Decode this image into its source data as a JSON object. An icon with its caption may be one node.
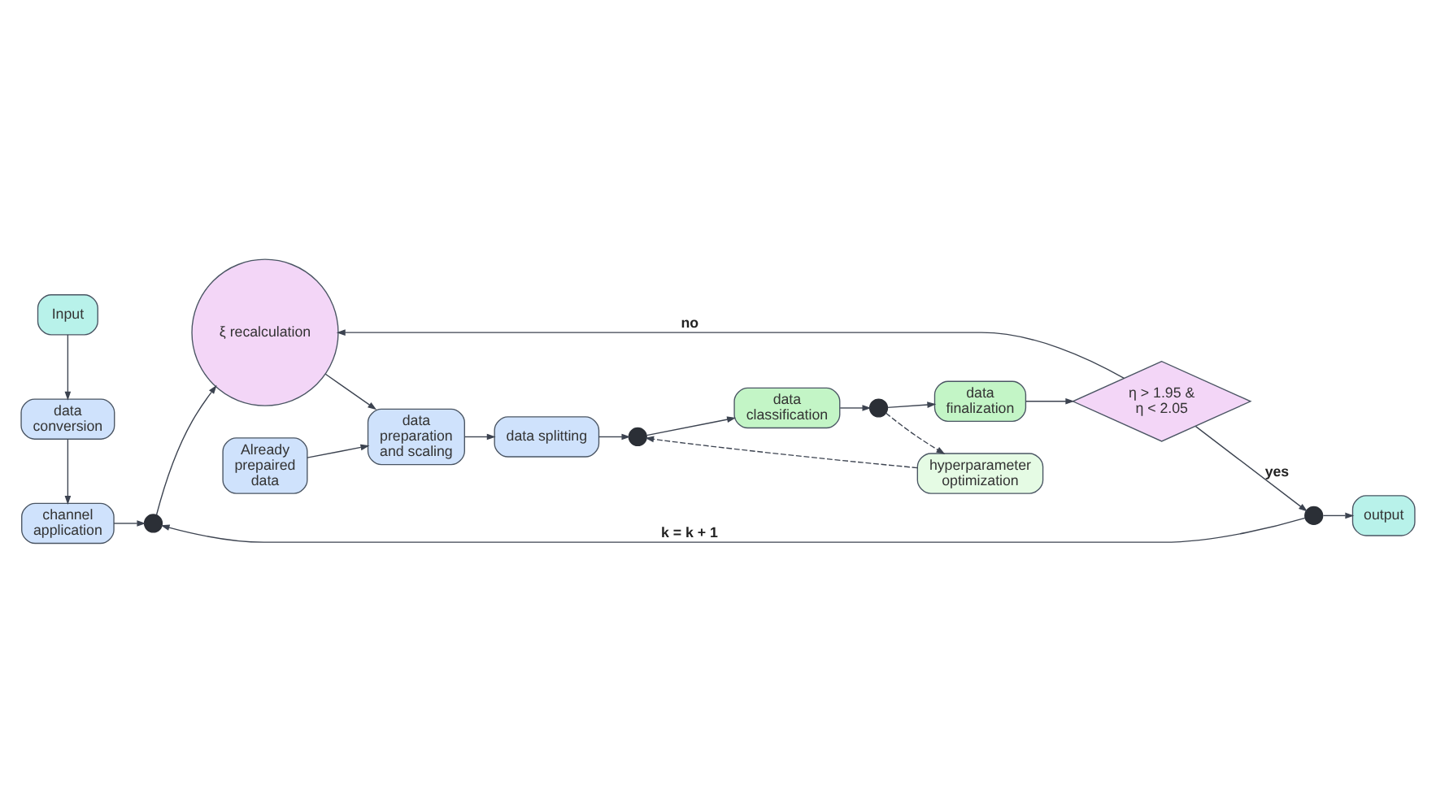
{
  "diagram": {
    "nodes": [
      {
        "text": [
          "Input"
        ]
      },
      {
        "text": [
          "data conversion"
        ]
      },
      {
        "text": [
          "channel application"
        ]
      },
      {
        "text": [],
        "shape": "circle"
      },
      {
        "text": [
          "ξ recalculation"
        ]
      },
      {
        "text": [
          "data preparation and scaling"
        ]
      },
      {
        "text": [
          "Already prepaired data"
        ]
      },
      {
        "text": [
          "data splitting"
        ]
      },
      {
        "text": [],
        "shape": "circle"
      },
      {
        "text": [
          "data classification"
        ]
      },
      {
        "text": [
          "hyperparameter optimization"
        ]
      },
      {
        "text": [],
        "shape": "circle"
      },
      {
        "text": [
          "data finalization"
        ]
      },
      {
        "text": [
          "η > 1.95 & η < 2.05"
        ]
      },
      {
        "text": [],
        "shape": "circle"
      },
      {
        "text": [
          "output"
        ]
      }
    ],
    "edges": [
      {
        "from": 0,
        "to": 1,
        "arrow": "to"
      },
      {
        "from": 1,
        "to": 2,
        "arrow": "to"
      },
      {
        "from": 2,
        "to": 3,
        "arrow": "to"
      },
      {
        "from": 3,
        "to": 4,
        "arrow": "to"
      },
      {
        "from": 4,
        "to": 5,
        "arrow": "to"
      },
      {
        "from": 6,
        "to": 5,
        "arrow": "to"
      },
      {
        "from": 5,
        "to": 7,
        "arrow": "to"
      },
      {
        "from": 7,
        "to": 8,
        "arrow": "to"
      },
      {
        "from": 8,
        "to": 9,
        "arrow": "to"
      },
      {
        "from": 9,
        "to": 11,
        "arrow": "to"
      },
      {
        "from": 11,
        "to": 12,
        "arrow": "to"
      },
      {
        "from": 11,
        "to": 10,
        "arrow": "to",
        "style": "dashed"
      },
      {
        "from": 10,
        "to": 8,
        "arrow": "to",
        "style": "dashed"
      },
      {
        "from": 12,
        "to": 13,
        "arrow": "to"
      },
      {
        "from": 13,
        "to": 14,
        "arrow": "to",
        "label": "yes"
      },
      {
        "from": 14,
        "to": 15,
        "arrow": "to"
      },
      {
        "from": 14,
        "to": 3,
        "arrow": "to",
        "label": "k = k + 1"
      },
      {
        "from": 13,
        "to": 4,
        "arrow": "to",
        "label": "no"
      }
    ]
  }
}
